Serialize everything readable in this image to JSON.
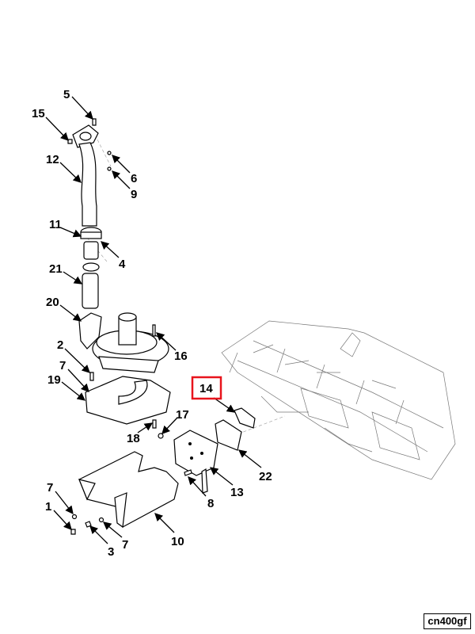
{
  "diagram": {
    "callouts": [
      "5",
      "15",
      "12",
      "6",
      "9",
      "11",
      "4",
      "21",
      "20",
      "2",
      "16",
      "7",
      "19",
      "14",
      "17",
      "18",
      "22",
      "13",
      "8",
      "7",
      "1",
      "3",
      "7",
      "10"
    ],
    "highlighted_callout": "14",
    "highlight_color": "#e8141c",
    "figure_code": "cn400gf"
  }
}
